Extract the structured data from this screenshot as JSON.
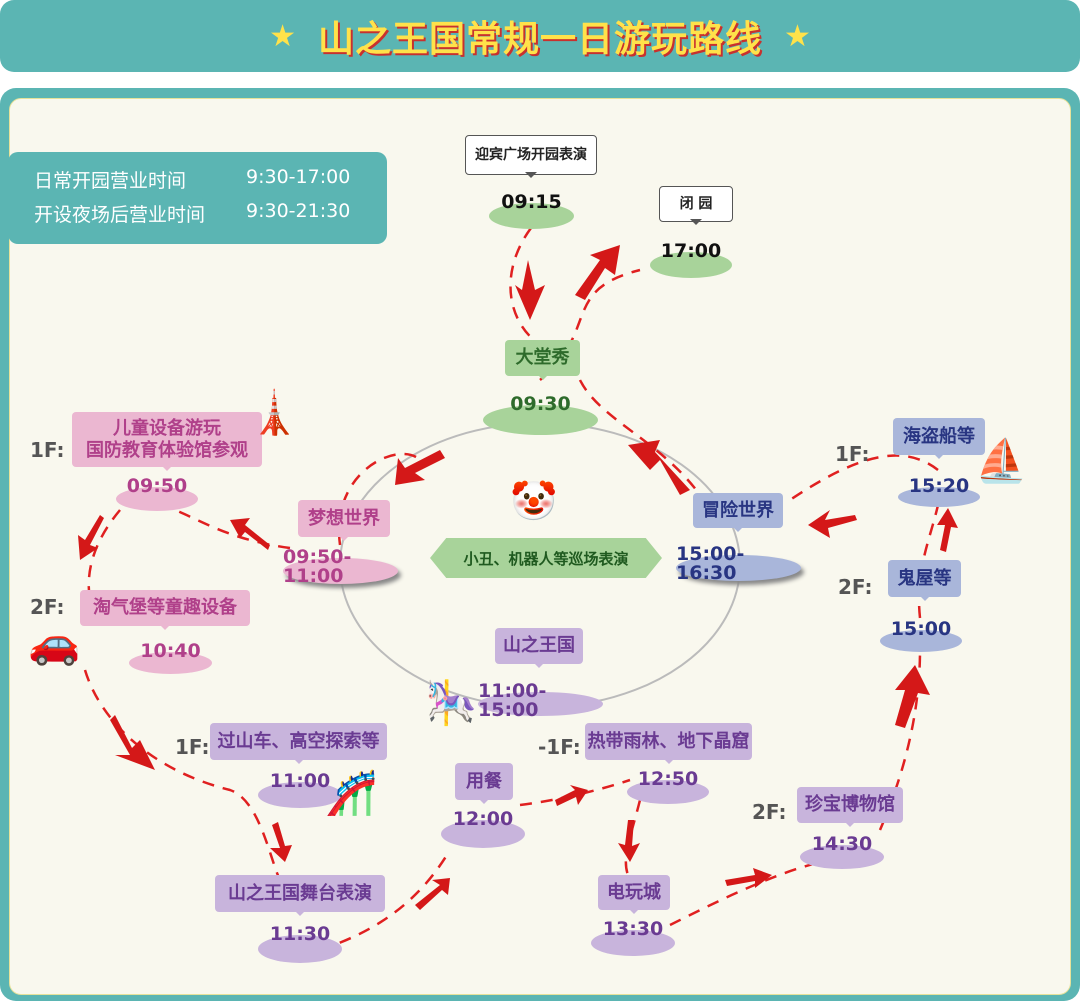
{
  "title": "山之王国常规一日游玩路线",
  "hours": [
    {
      "label": "日常开园营业时间",
      "time": "9:30-17:00"
    },
    {
      "label": "开设夜场后营业时间",
      "time": "9:30-21:30"
    }
  ],
  "nodes": {
    "welcome": {
      "label": "迎宾广场开园表演",
      "time": "09:15"
    },
    "close": {
      "label": "闭 园",
      "time": "17:00"
    },
    "hall": {
      "label": "大堂秀",
      "time": "09:30"
    },
    "kids": {
      "floor": "1F:",
      "label1": "儿童设备游玩",
      "label2": "国防教育体验馆参观",
      "time": "09:50"
    },
    "dream": {
      "label": "梦想世界",
      "time": "09:50-11:00"
    },
    "naughty": {
      "floor": "2F:",
      "label": "淘气堡等童趣设备",
      "time": "10:40"
    },
    "coaster": {
      "floor": "1F:",
      "label": "过山车、高空探索等",
      "time": "11:00"
    },
    "stage": {
      "label": "山之王国舞台表演",
      "time": "11:30"
    },
    "meal": {
      "label": "用餐",
      "time": "12:00"
    },
    "rainforest": {
      "floor": "-1F:",
      "label": "热带雨林、地下晶窟",
      "time": "12:50"
    },
    "arcade": {
      "label": "电玩城",
      "time": "13:30"
    },
    "museum": {
      "floor": "2F:",
      "label": "珍宝博物馆",
      "time": "14:30"
    },
    "ghost": {
      "floor": "2F:",
      "label": "鬼屋等",
      "time": "15:00"
    },
    "pirate": {
      "floor": "1F:",
      "label": "海盗船等",
      "time": "15:20"
    },
    "adventure": {
      "label": "冒险世界",
      "time": "15:00-16:30"
    },
    "kingdom": {
      "label": "山之王国",
      "time": "11:00-15:00"
    }
  },
  "center_show": "小丑、机器人等巡场表演",
  "colors": {
    "teal": "#5bb5b3",
    "title": "#ffe24a",
    "route": "#d42020"
  }
}
